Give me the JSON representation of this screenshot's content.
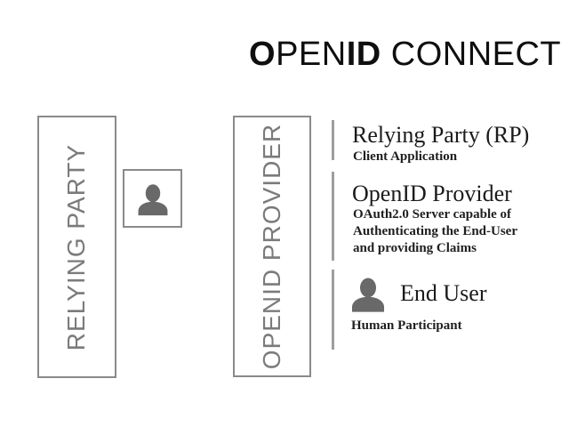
{
  "title": {
    "segments": [
      {
        "text": "O",
        "bold": true
      },
      {
        "text": "PEN",
        "bold": false
      },
      {
        "text": "ID",
        "bold": true
      },
      {
        "text": " CONNECT",
        "bold": false
      }
    ],
    "full_text": "OPENID CONNECT"
  },
  "actors": {
    "relying_party_box_label": "RELYING PARTY",
    "openid_provider_box_label": "OPENID PROVIDER",
    "user_card_icon": "person-icon"
  },
  "legend": {
    "items": [
      {
        "heading": "Relying Party (RP)",
        "description_lines": [
          "Client Application"
        ]
      },
      {
        "heading": "OpenID Provider",
        "description_lines": [
          "OAuth2.0 Server capable of",
          "Authenticating the End-User",
          "and providing Claims"
        ]
      },
      {
        "heading": "End User",
        "icon": "person-icon",
        "description_lines": [
          "Human Participant"
        ]
      }
    ]
  },
  "colors": {
    "background": "#ffffff",
    "box_border": "#8a8a8a",
    "box_label_gray": "#7b7b7b",
    "divider_gray": "#9e9e9e",
    "icon_gray": "#696969",
    "title_black": "#0f0f0f",
    "heading_black": "#1b1b1b"
  }
}
